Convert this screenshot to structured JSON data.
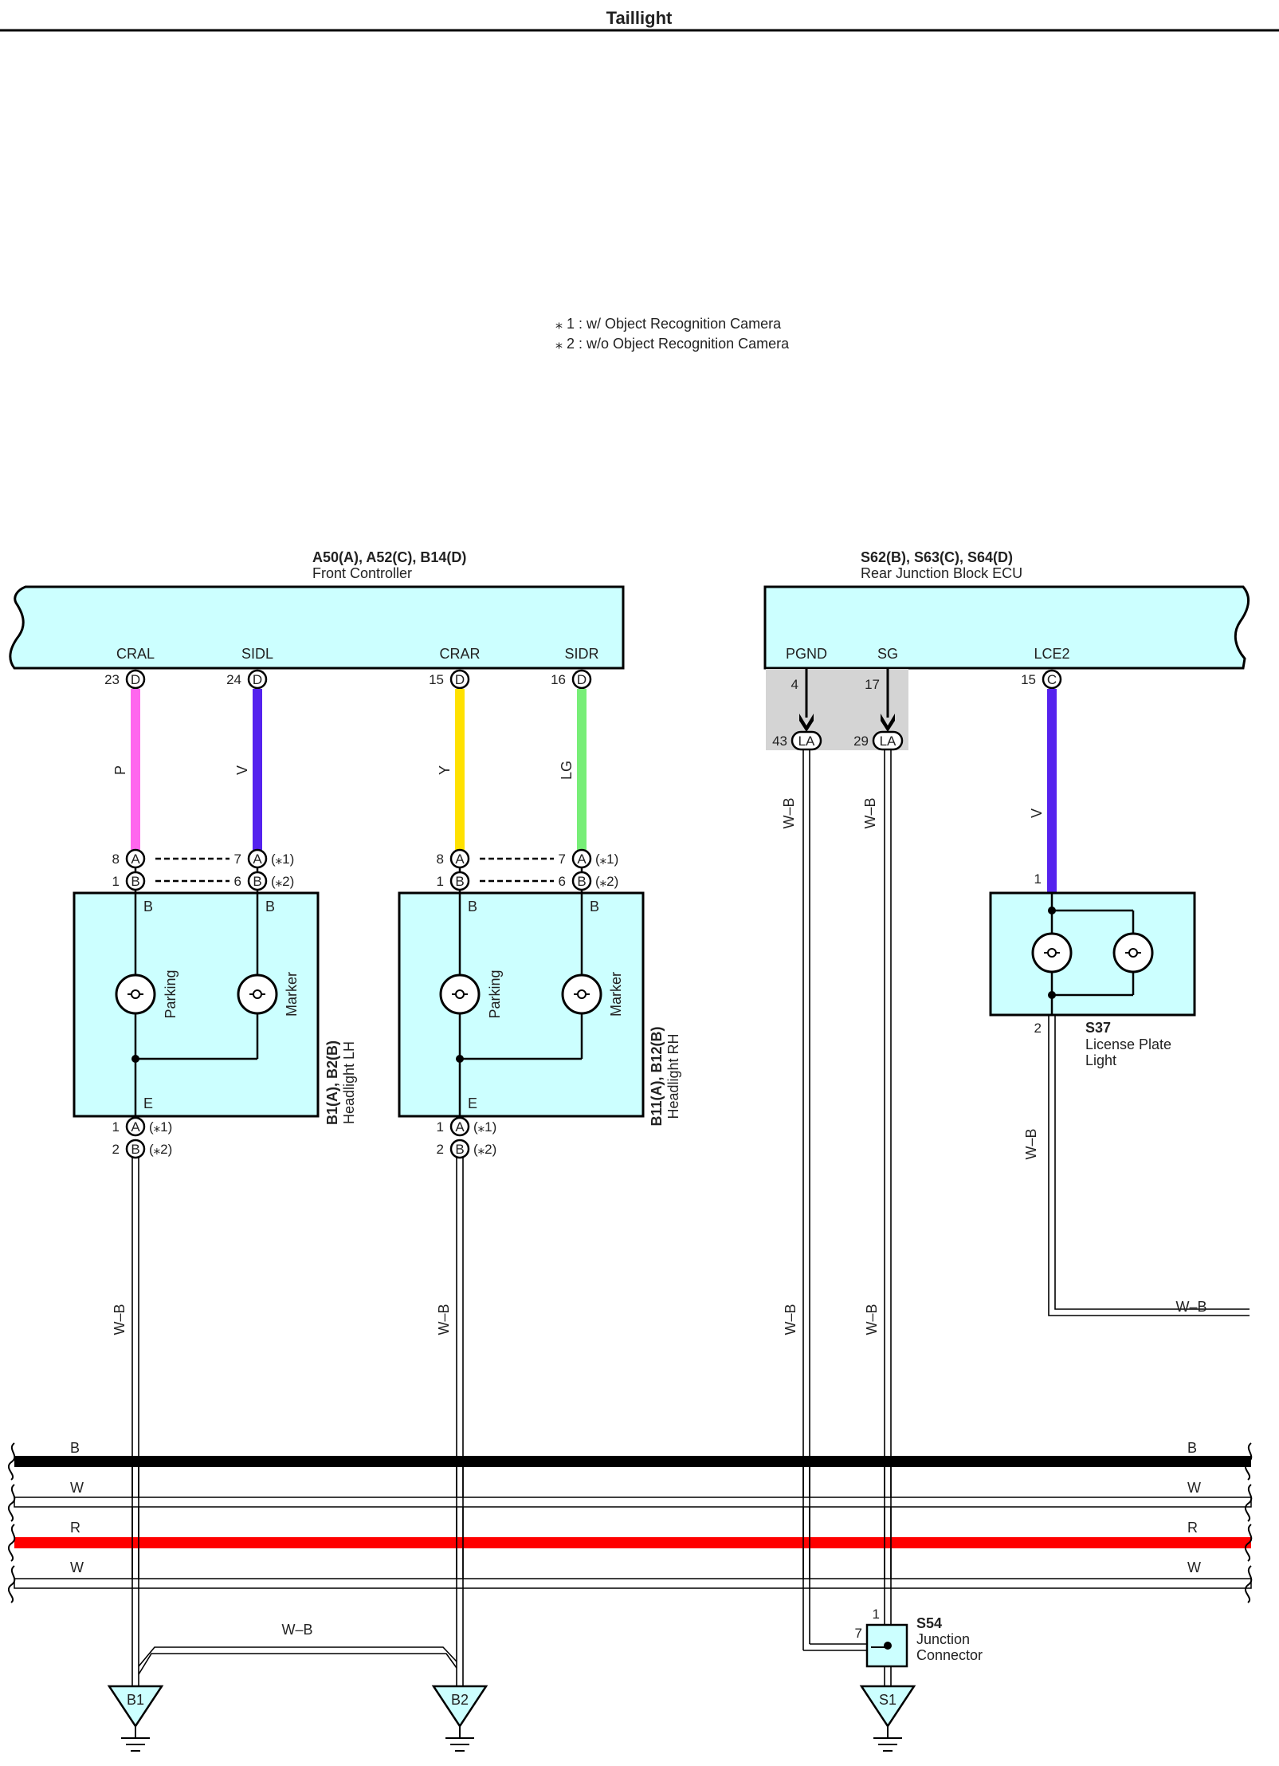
{
  "page": {
    "title": "Taillight"
  },
  "notes": [
    "⁎ 1 : w/ Object Recognition Camera",
    "⁎ 2 : w/o Object Recognition Camera"
  ],
  "front_controller": {
    "codes": "A50(A), A52(C), B14(D)",
    "name": "Front Controller",
    "terminals": [
      {
        "name": "CRAL",
        "pin": "23",
        "conn": "D"
      },
      {
        "name": "SIDL",
        "pin": "24",
        "conn": "D"
      },
      {
        "name": "CRAR",
        "pin": "15",
        "conn": "D"
      },
      {
        "name": "SIDR",
        "pin": "16",
        "conn": "D"
      }
    ]
  },
  "rear_jb": {
    "codes": "S62(B), S63(C), S64(D)",
    "name": "Rear Junction Block ECU",
    "terminals": [
      {
        "name": "PGND",
        "pin": "4"
      },
      {
        "name": "SG",
        "pin": "17"
      },
      {
        "name": "LCE2",
        "pin": "15",
        "conn": "C"
      }
    ],
    "la_pins": [
      {
        "pin": "43",
        "conn": "LA"
      },
      {
        "pin": "29",
        "conn": "LA"
      }
    ]
  },
  "wires": {
    "P": {
      "code": "P",
      "color": "#ff66ee"
    },
    "V": {
      "code": "V",
      "color": "#5522ee"
    },
    "Y": {
      "code": "Y",
      "color": "#ffe100"
    },
    "LG": {
      "code": "LG",
      "color": "#77ee77"
    },
    "WB": {
      "code": "W–B"
    }
  },
  "conn_pins": {
    "A": "A",
    "B": "B",
    "lh_A_left": "8",
    "lh_B_left": "1",
    "lh_A_right": "7",
    "lh_B_right": "6",
    "rh_A_left": "8",
    "rh_B_left": "1",
    "rh_A_right": "7",
    "rh_B_right": "6",
    "ground_A": "1",
    "ground_B": "2",
    "note1": "(⁎1)",
    "note2": "(⁎2)"
  },
  "headlight_lh": {
    "codes": "B1(A), B2(B)",
    "name": "Headlight LH",
    "bulbs": [
      "Parking",
      "Marker"
    ],
    "term_top": "B",
    "term_bottom": "E"
  },
  "headlight_rh": {
    "codes": "B11(A), B12(B)",
    "name": "Headlight RH",
    "bulbs": [
      "Parking",
      "Marker"
    ],
    "term_top": "B",
    "term_bottom": "E"
  },
  "license": {
    "code": "S37",
    "name_line1": "License Plate",
    "name_line2": "Light",
    "pin_in": "1",
    "pin_out": "2"
  },
  "junction": {
    "code": "S54",
    "name_line1": "Junction",
    "name_line2": "Connector",
    "pin_top": "1",
    "pin_side": "7"
  },
  "bus": [
    {
      "code": "B",
      "color": "#000000"
    },
    {
      "code": "W",
      "color": "#ffffff"
    },
    {
      "code": "R",
      "color": "#ff0000"
    },
    {
      "code": "W",
      "color": "#ffffff"
    }
  ],
  "grounds": [
    "B1",
    "B2",
    "S1"
  ],
  "colors": {
    "component_fill": "#ccffff",
    "shade": "#d4d4d4"
  }
}
